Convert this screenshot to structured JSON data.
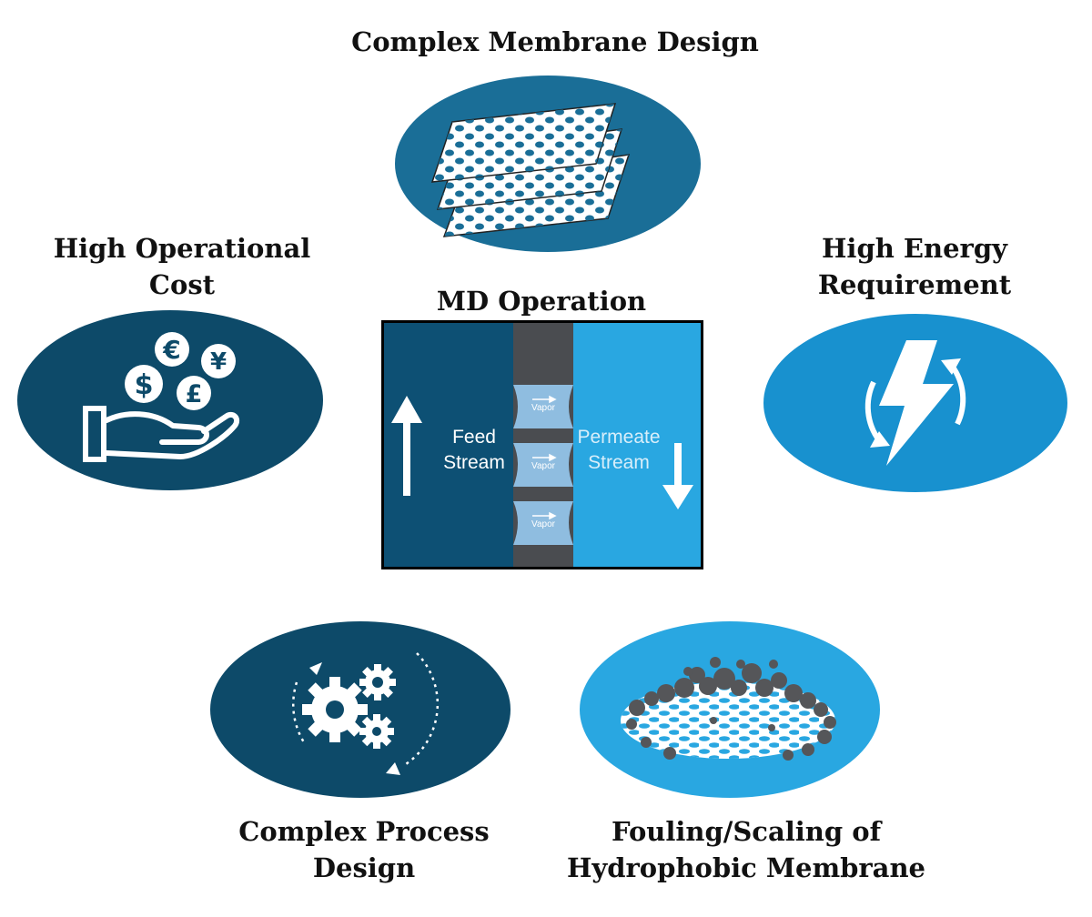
{
  "labels": {
    "top": "Complex Membrane Design",
    "left_line1": "High Operational",
    "left_line2": "Cost",
    "right_line1": "High Energy",
    "right_line2": "Requirement",
    "center": "MD Operation",
    "bottom_left_line1": "Complex Process",
    "bottom_left_line2": "Design",
    "bottom_right_line1": "Fouling/Scaling of",
    "bottom_right_line2": "Hydrophobic Membrane"
  },
  "md_operation": {
    "feed_line1": "Feed",
    "feed_line2": "Stream",
    "permeate_line1": "Permeate",
    "permeate_line2": "Stream",
    "vapor_labels": [
      "Vapor",
      "Vapor",
      "Vapor"
    ]
  },
  "currency_symbols": [
    "€",
    "¥",
    "$",
    "£"
  ],
  "colors": {
    "dark_teal": "#0d4a69",
    "mid_blue": "#1a6e97",
    "bright_blue": "#1891cf",
    "sky_blue": "#29a7e1",
    "membrane_gray": "#4a4c50"
  },
  "icons": [
    "membrane-layers-icon",
    "money-hand-icon",
    "lightning-cycle-icon",
    "gears-cycle-icon",
    "fouled-membrane-icon"
  ]
}
